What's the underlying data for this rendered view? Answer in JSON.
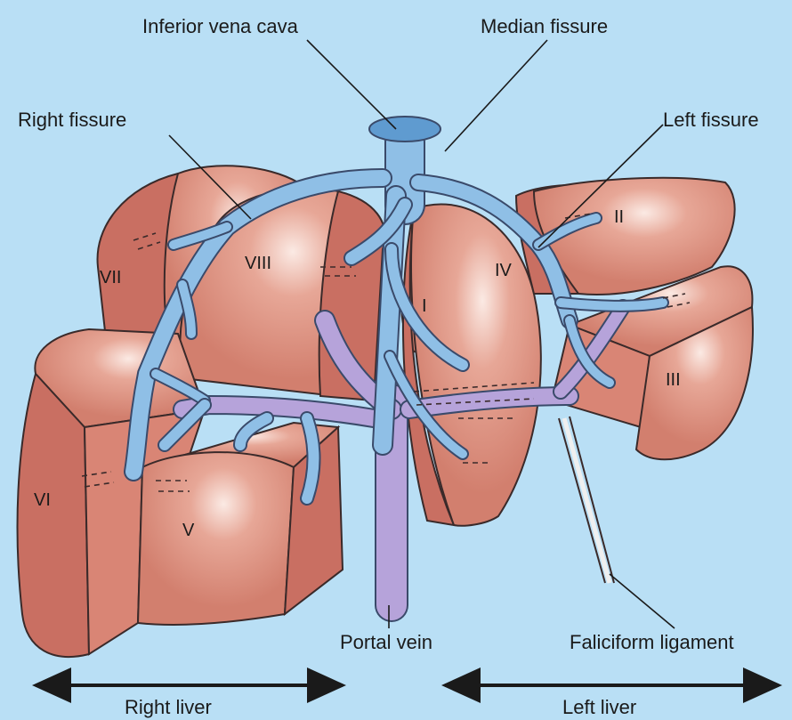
{
  "labels": {
    "inferior_vena_cava": "Inferior vena cava",
    "median_fissure": "Median fissure",
    "right_fissure": "Right fissure",
    "left_fissure": "Left fissure",
    "portal_vein": "Portal vein",
    "faliciform_ligament": "Faliciform ligament",
    "right_liver": "Right liver",
    "left_liver": "Left liver"
  },
  "segments": {
    "i": "I",
    "ii": "II",
    "iii": "III",
    "iv": "IV",
    "v": "V",
    "vi": "VI",
    "vii": "VII",
    "viii": "VIII"
  },
  "colors": {
    "background": "#b9dff5",
    "liver": "#d98575",
    "hepatic_vein": "#8fbfe6",
    "portal_vein": "#b6a3da"
  }
}
